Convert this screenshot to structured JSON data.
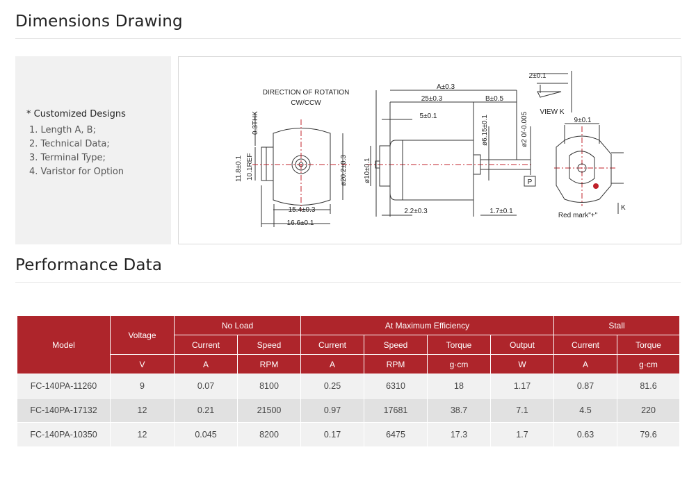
{
  "sections": {
    "dimensions_title": "Dimensions Drawing",
    "performance_title": "Performance Data"
  },
  "custom": {
    "title": "* Customized Designs",
    "items": [
      "1. Length A, B;",
      "2. Technical Data;",
      "3. Terminal Type;",
      "4. Varistor for Option"
    ]
  },
  "drawing": {
    "direction": "DIRECTION OF ROTATION",
    "cw": "CW/CCW",
    "thk": "0.3THK",
    "h118": "11.8±0.1",
    "ref101": "10.1REF",
    "d202": "ø20.2±0.3",
    "w154": "15.4±0.3",
    "w166": "16.6±0.1",
    "a": "A±0.3",
    "l25": "25±0.3",
    "b": "B±0.5",
    "l5": "5±0.1",
    "d615": "ø6.15±0.1",
    "d2": "ø2 0/-0.005",
    "d10": "ø10±0.1",
    "p": "P",
    "l22": "2.2±0.3",
    "l17": "1.7±0.1",
    "w2": "2±0.1",
    "viewk": "VIEW K",
    "w9": "9±0.1",
    "redmark": "Red mark\"+\"",
    "k": "K",
    "colors": {
      "line": "#333333",
      "center": "#c0202a"
    }
  },
  "table": {
    "groups": {
      "model": "Model",
      "voltage": "Voltage",
      "noload": "No Load",
      "maxeff": "At Maximum Efficiency",
      "stall": "Stall"
    },
    "sub": [
      "Current",
      "Speed",
      "Current",
      "Speed",
      "Torque",
      "Output",
      "Current",
      "Torque"
    ],
    "units": [
      "V",
      "A",
      "RPM",
      "A",
      "RPM",
      "g·cm",
      "W",
      "A",
      "g·cm"
    ],
    "rows": [
      [
        "FC-140PA-11260",
        "9",
        "0.07",
        "8100",
        "0.25",
        "6310",
        "18",
        "1.17",
        "0.87",
        "81.6"
      ],
      [
        "FC-140PA-17132",
        "12",
        "0.21",
        "21500",
        "0.97",
        "17681",
        "38.7",
        "7.1",
        "4.5",
        "220"
      ],
      [
        "FC-140PA-10350",
        "12",
        "0.045",
        "8200",
        "0.17",
        "6475",
        "17.3",
        "1.7",
        "0.63",
        "79.6"
      ]
    ],
    "header_color": "#ae252b"
  }
}
